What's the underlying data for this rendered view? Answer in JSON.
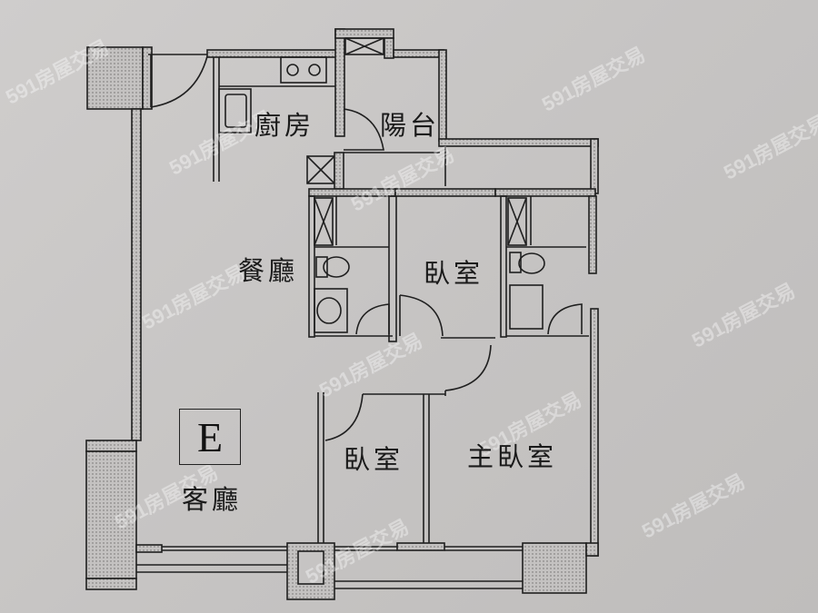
{
  "floorplan": {
    "unit_code": "E",
    "rooms": [
      {
        "id": "kitchen",
        "label": "廚房"
      },
      {
        "id": "balcony",
        "label": "陽台"
      },
      {
        "id": "dining",
        "label": "餐廳"
      },
      {
        "id": "bedroom_center",
        "label": "臥室"
      },
      {
        "id": "bedroom_small",
        "label": "臥室"
      },
      {
        "id": "master_bedroom",
        "label": "主臥室"
      },
      {
        "id": "living",
        "label": "客廳"
      }
    ],
    "fixtures": [
      "stove",
      "kitchen-sink",
      "toilet",
      "bathroom-sink",
      "shower",
      "doors",
      "windows",
      "pillars"
    ]
  },
  "watermark": {
    "text": "591房屋交易"
  },
  "colors": {
    "paper": "#c9c7c6",
    "line": "#1f1f1f",
    "hatch": "#b5b3b2"
  }
}
